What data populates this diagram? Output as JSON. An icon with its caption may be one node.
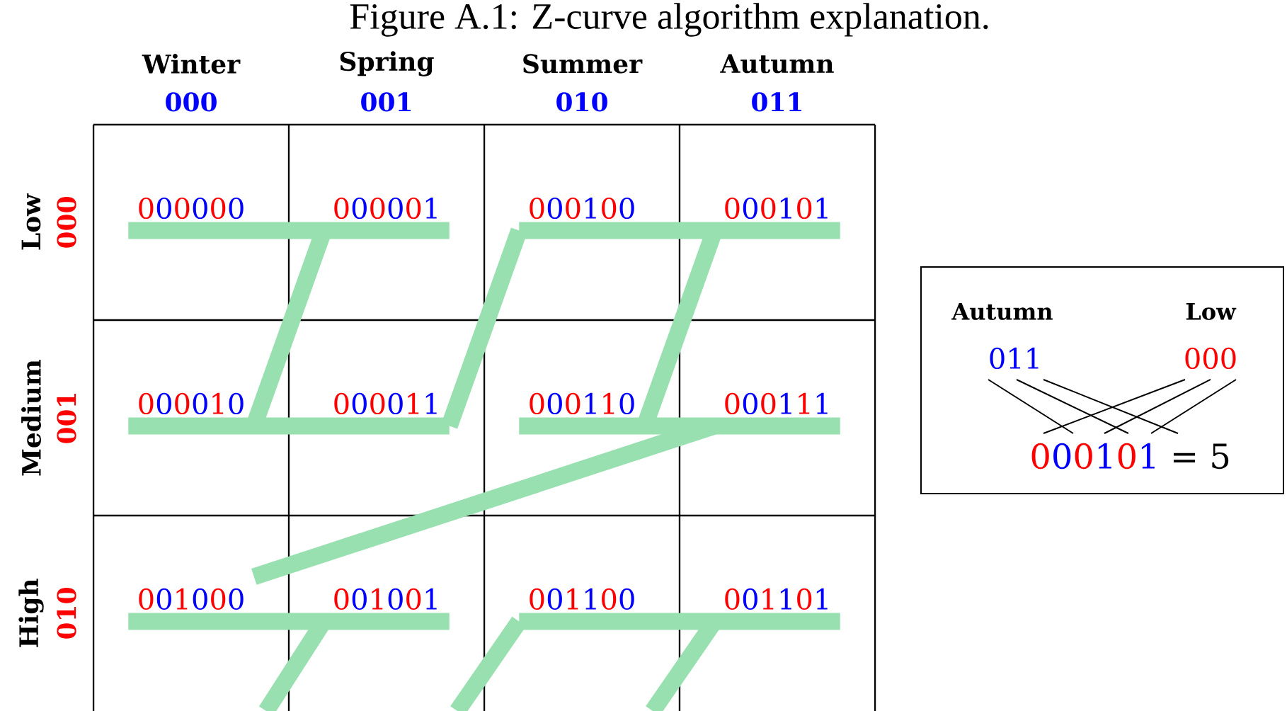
{
  "diagram": {
    "title": "Figure A.1: Z-curve algorithm explanation.",
    "nodes": [
      {
        "text": [
          "000000"
        ]
      },
      {
        "text": [
          "000001"
        ]
      },
      {
        "text": [
          "000100"
        ]
      },
      {
        "text": [
          "000101"
        ]
      },
      {
        "text": [
          "000010"
        ]
      },
      {
        "text": [
          "000011"
        ]
      },
      {
        "text": [
          "000110"
        ]
      },
      {
        "text": [
          "000111"
        ]
      },
      {
        "text": [
          "001000"
        ]
      },
      {
        "text": [
          "001001"
        ]
      },
      {
        "text": [
          "001100"
        ]
      },
      {
        "text": [
          "001101"
        ]
      },
      {
        "text": [
          "Autumn",
          "Low",
          "011",
          "000",
          "000101 = 5"
        ]
      }
    ],
    "edges": [
      {
        "from": 0,
        "to": 1,
        "arrow": "none"
      },
      {
        "from": 1,
        "to": 4,
        "arrow": "none"
      },
      {
        "from": 4,
        "to": 5,
        "arrow": "none"
      },
      {
        "from": 5,
        "to": 2,
        "arrow": "none"
      },
      {
        "from": 2,
        "to": 3,
        "arrow": "none"
      },
      {
        "from": 3,
        "to": 6,
        "arrow": "none"
      },
      {
        "from": 6,
        "to": 7,
        "arrow": "none"
      },
      {
        "from": 7,
        "to": 8,
        "arrow": "none"
      },
      {
        "from": 8,
        "to": 9,
        "arrow": "none"
      },
      {
        "from": 9,
        "to": null,
        "arrow": "none"
      },
      {
        "from": null,
        "to": 10,
        "arrow": "none"
      },
      {
        "from": 10,
        "to": 11,
        "arrow": "none"
      },
      {
        "from": 11,
        "to": null,
        "arrow": "none"
      }
    ],
    "labels": [
      "Winter",
      "000",
      "Spring",
      "001",
      "Summer",
      "010",
      "Autumn",
      "011",
      "Low",
      "000",
      "Medium",
      "001",
      "High",
      "010"
    ]
  }
}
